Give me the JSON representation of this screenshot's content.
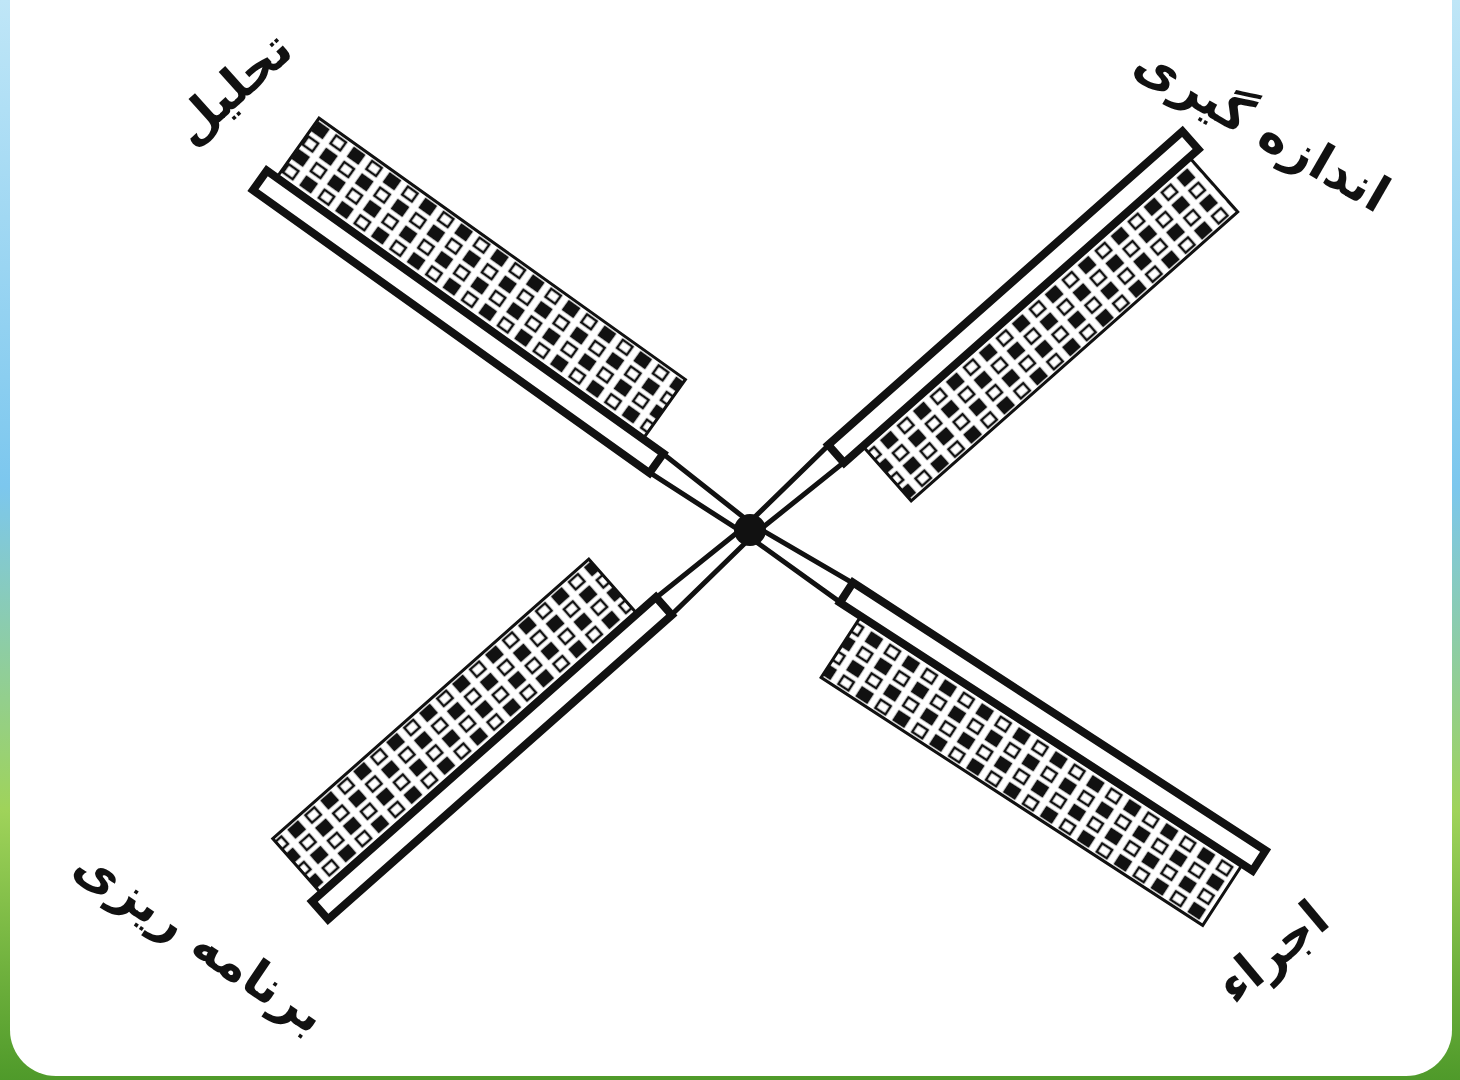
{
  "diagram": {
    "labels": [
      "تحلیل",
      "اندازه گیری",
      "برنامه ریزی",
      "اجراء"
    ]
  }
}
